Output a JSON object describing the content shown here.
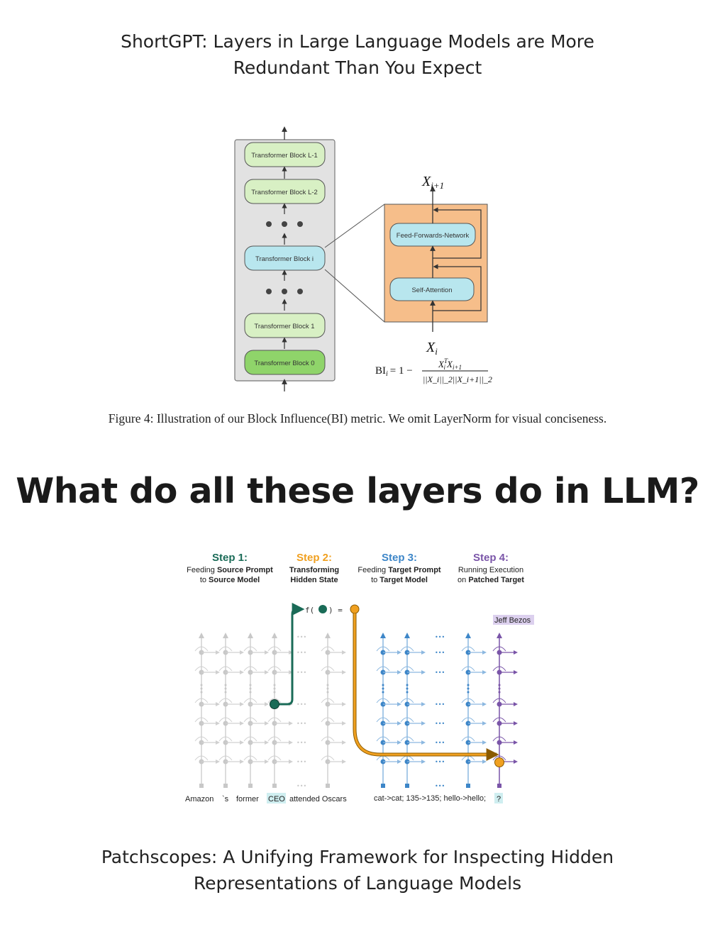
{
  "top_title": {
    "line1": "ShortGPT: Layers in Large Language Models are More",
    "line2": "Redundant Than You Expect"
  },
  "figure1": {
    "blocks": [
      "Transformer Block L-1",
      "Transformer Block L-2",
      "Transformer Block i",
      "Transformer Block 1",
      "Transformer Block 0"
    ],
    "ffn_label": "Feed-Forwards-Network",
    "attn_label": "Self-Attention",
    "x_out": "X",
    "x_out_sub": "i+1",
    "x_in": "X",
    "x_in_sub": "i",
    "bi_lhs": "BI",
    "bi_lhs_sub": "i",
    "bi_eq": "= 1 −",
    "bi_num": "X",
    "bi_num_sup": "T",
    "bi_num_sub": "i",
    "bi_num2": "X",
    "bi_num2_sub": "i+1",
    "bi_den": "||X_i||_2||X_i+1||_2",
    "colors": {
      "panel": "#e2e2e2",
      "block": "#d8f0c4",
      "block0": "#8fd46a",
      "block_i": "#b8e6ee",
      "zoom": "#f6be8a"
    }
  },
  "caption": "Figure 4:  Illustration of our Block Influence(BI) metric. We omit LayerNorm for visual conciseness.",
  "heading": "What do all these layers do in LLM?",
  "figure2": {
    "steps": [
      {
        "title": "Step 1:",
        "desc1": "Feeding ",
        "desc1b": "Source Prompt",
        "desc2": "to ",
        "desc2b": "Source Model",
        "color": "#1a6b57"
      },
      {
        "title": "Step 2:",
        "desc1b": "Transforming",
        "desc2b": "Hidden State",
        "color": "#f0a020"
      },
      {
        "title": "Step 3:",
        "desc1": "Feeding ",
        "desc1b": "Target Prompt",
        "desc2": "to ",
        "desc2b": "Target Model",
        "color": "#3d86c8"
      },
      {
        "title": "Step 4:",
        "desc1": "Running Execution",
        "desc2": "on ",
        "desc2b": "Patched Target",
        "color": "#7a55a8"
      }
    ],
    "func_label": "f(",
    "func_end": ") =",
    "output_label": "Jeff Bezos",
    "source_tokens": [
      "Amazon",
      "`s",
      "former",
      "CEO",
      "attended Oscars"
    ],
    "target_tokens": [
      "cat->cat; 135->135; hello->hello;",
      "?"
    ],
    "ellipsis": "•••"
  },
  "bottom_title": {
    "line1": "Patchscopes: A Unifying Framework for Inspecting Hidden",
    "line2": "Representations of Language Models"
  }
}
